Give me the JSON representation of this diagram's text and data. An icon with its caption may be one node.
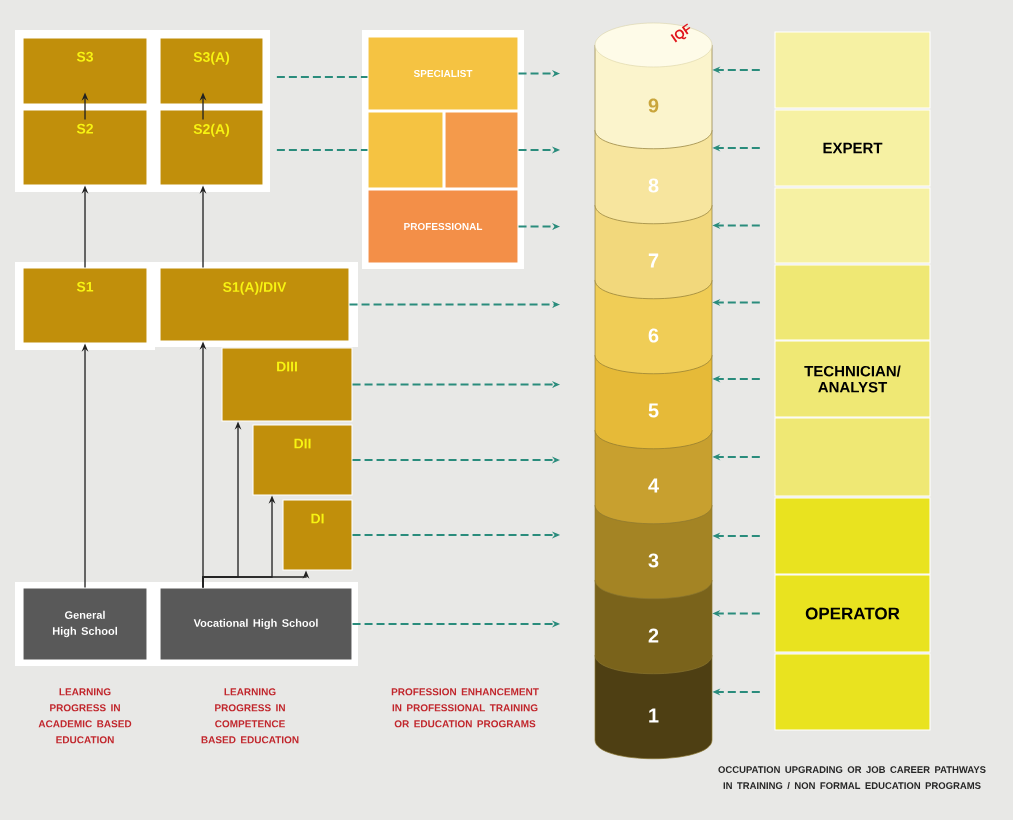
{
  "diagram": {
    "nodes": [
      {
        "text": [
          "S3"
        ]
      },
      {
        "text": [
          "S3(A)"
        ]
      },
      {
        "text": [
          "S2"
        ]
      },
      {
        "text": [
          "S2(A)"
        ]
      },
      {
        "text": [
          "S1"
        ]
      },
      {
        "text": [
          "S1(A)/DIV"
        ]
      },
      {
        "text": [
          "DIII"
        ]
      },
      {
        "text": [
          "DII"
        ]
      },
      {
        "text": [
          "DI"
        ]
      },
      {
        "text": [
          "General High School"
        ]
      },
      {
        "text": [
          "Vocational High School"
        ]
      },
      {
        "text": [
          "SPECIALIST"
        ]
      },
      {
        "text": [],
        "shape": "box"
      },
      {
        "text": [],
        "shape": "box"
      },
      {
        "text": [
          "PROFESSIONAL"
        ]
      },
      {
        "text": [
          "IQF"
        ]
      },
      {
        "text": [
          "9"
        ]
      },
      {
        "text": [
          "8"
        ]
      },
      {
        "text": [
          "7"
        ]
      },
      {
        "text": [
          "6"
        ]
      },
      {
        "text": [
          "5"
        ]
      },
      {
        "text": [
          "4"
        ]
      },
      {
        "text": [
          "3"
        ]
      },
      {
        "text": [
          "2"
        ]
      },
      {
        "text": [
          "1"
        ]
      },
      {
        "text": [],
        "shape": "box"
      },
      {
        "text": [
          "EXPERT"
        ]
      },
      {
        "text": [],
        "shape": "box"
      },
      {
        "text": [],
        "shape": "box"
      },
      {
        "text": [
          "TECHNICIAN/ ANALYST"
        ]
      },
      {
        "text": [],
        "shape": "box"
      },
      {
        "text": [],
        "shape": "box"
      },
      {
        "text": [
          "OPERATOR"
        ]
      },
      {
        "text": [],
        "shape": "box"
      }
    ],
    "edges": [
      {
        "from": 2,
        "to": 0,
        "arrow": "to",
        "color": "#222222"
      },
      {
        "from": 3,
        "to": 1,
        "arrow": "to",
        "color": "#222222"
      },
      {
        "from": 4,
        "to": 2,
        "arrow": "to",
        "color": "#222222"
      },
      {
        "from": 5,
        "to": 3,
        "arrow": "to",
        "color": "#222222"
      },
      {
        "from": 9,
        "to": 4,
        "arrow": "to",
        "color": "#222222"
      },
      {
        "from": 10,
        "to": 5,
        "arrow": "to",
        "color": "#222222"
      },
      {
        "from": 10,
        "to": 6,
        "arrow": "to",
        "color": "#222222"
      },
      {
        "from": 10,
        "to": 7,
        "arrow": "to",
        "color": "#222222"
      },
      {
        "from": 10,
        "to": 8,
        "arrow": "to",
        "color": "#222222"
      },
      {
        "from": 1,
        "to": 11,
        "arrow": "none",
        "style": "dashed",
        "color": "#2a8c7c"
      },
      {
        "from": 11,
        "to": 16,
        "arrow": "to",
        "style": "dashed",
        "color": "#2a8c7c"
      },
      {
        "from": 3,
        "to": 12,
        "arrow": "none",
        "style": "dashed",
        "color": "#2a8c7c"
      },
      {
        "from": 13,
        "to": 17,
        "arrow": "to",
        "style": "dashed",
        "color": "#2a8c7c"
      },
      {
        "from": 14,
        "to": 18,
        "arrow": "to",
        "style": "dashed",
        "color": "#2a8c7c"
      },
      {
        "from": 5,
        "to": 19,
        "arrow": "to",
        "style": "dashed",
        "color": "#2a8c7c"
      },
      {
        "from": 6,
        "to": 20,
        "arrow": "to",
        "style": "dashed",
        "color": "#2a8c7c"
      },
      {
        "from": 7,
        "to": 21,
        "arrow": "to",
        "style": "dashed",
        "color": "#2a8c7c"
      },
      {
        "from": 8,
        "to": 22,
        "arrow": "to",
        "style": "dashed",
        "color": "#2a8c7c"
      },
      {
        "from": 10,
        "to": 23,
        "arrow": "to",
        "style": "dashed",
        "color": "#2a8c7c"
      },
      {
        "from": 25,
        "to": 16,
        "arrow": "to",
        "style": "dashed",
        "color": "#2a8c7c"
      },
      {
        "from": 26,
        "to": 17,
        "arrow": "to",
        "style": "dashed",
        "color": "#2a8c7c"
      },
      {
        "from": 27,
        "to": 18,
        "arrow": "to",
        "style": "dashed",
        "color": "#2a8c7c"
      },
      {
        "from": 28,
        "to": 19,
        "arrow": "to",
        "style": "dashed",
        "color": "#2a8c7c"
      },
      {
        "from": 29,
        "to": 20,
        "arrow": "to",
        "style": "dashed",
        "color": "#2a8c7c"
      },
      {
        "from": 30,
        "to": 21,
        "arrow": "to",
        "style": "dashed",
        "color": "#2a8c7c"
      },
      {
        "from": 31,
        "to": 22,
        "arrow": "to",
        "style": "dashed",
        "color": "#2a8c7c"
      },
      {
        "from": 32,
        "to": 23,
        "arrow": "to",
        "style": "dashed",
        "color": "#2a8c7c"
      },
      {
        "from": 33,
        "to": 24,
        "arrow": "to",
        "style": "dashed",
        "color": "#2a8c7c"
      }
    ],
    "labels": [
      "LEARNING PROGRESS IN ACADEMIC BASED EDUCATION",
      "LEARNING PROGRESS IN COMPETENCE BASED EDUCATION",
      "PROFESSION ENHANCEMENT IN PROFESSIONAL TRAINING OR EDUCATION PROGRAMS",
      "OCCUPATION UPGRADING OR JOB CAREER PATHWAYS IN TRAINING / NON FORMAL EDUCATION PROGRAMS"
    ]
  }
}
